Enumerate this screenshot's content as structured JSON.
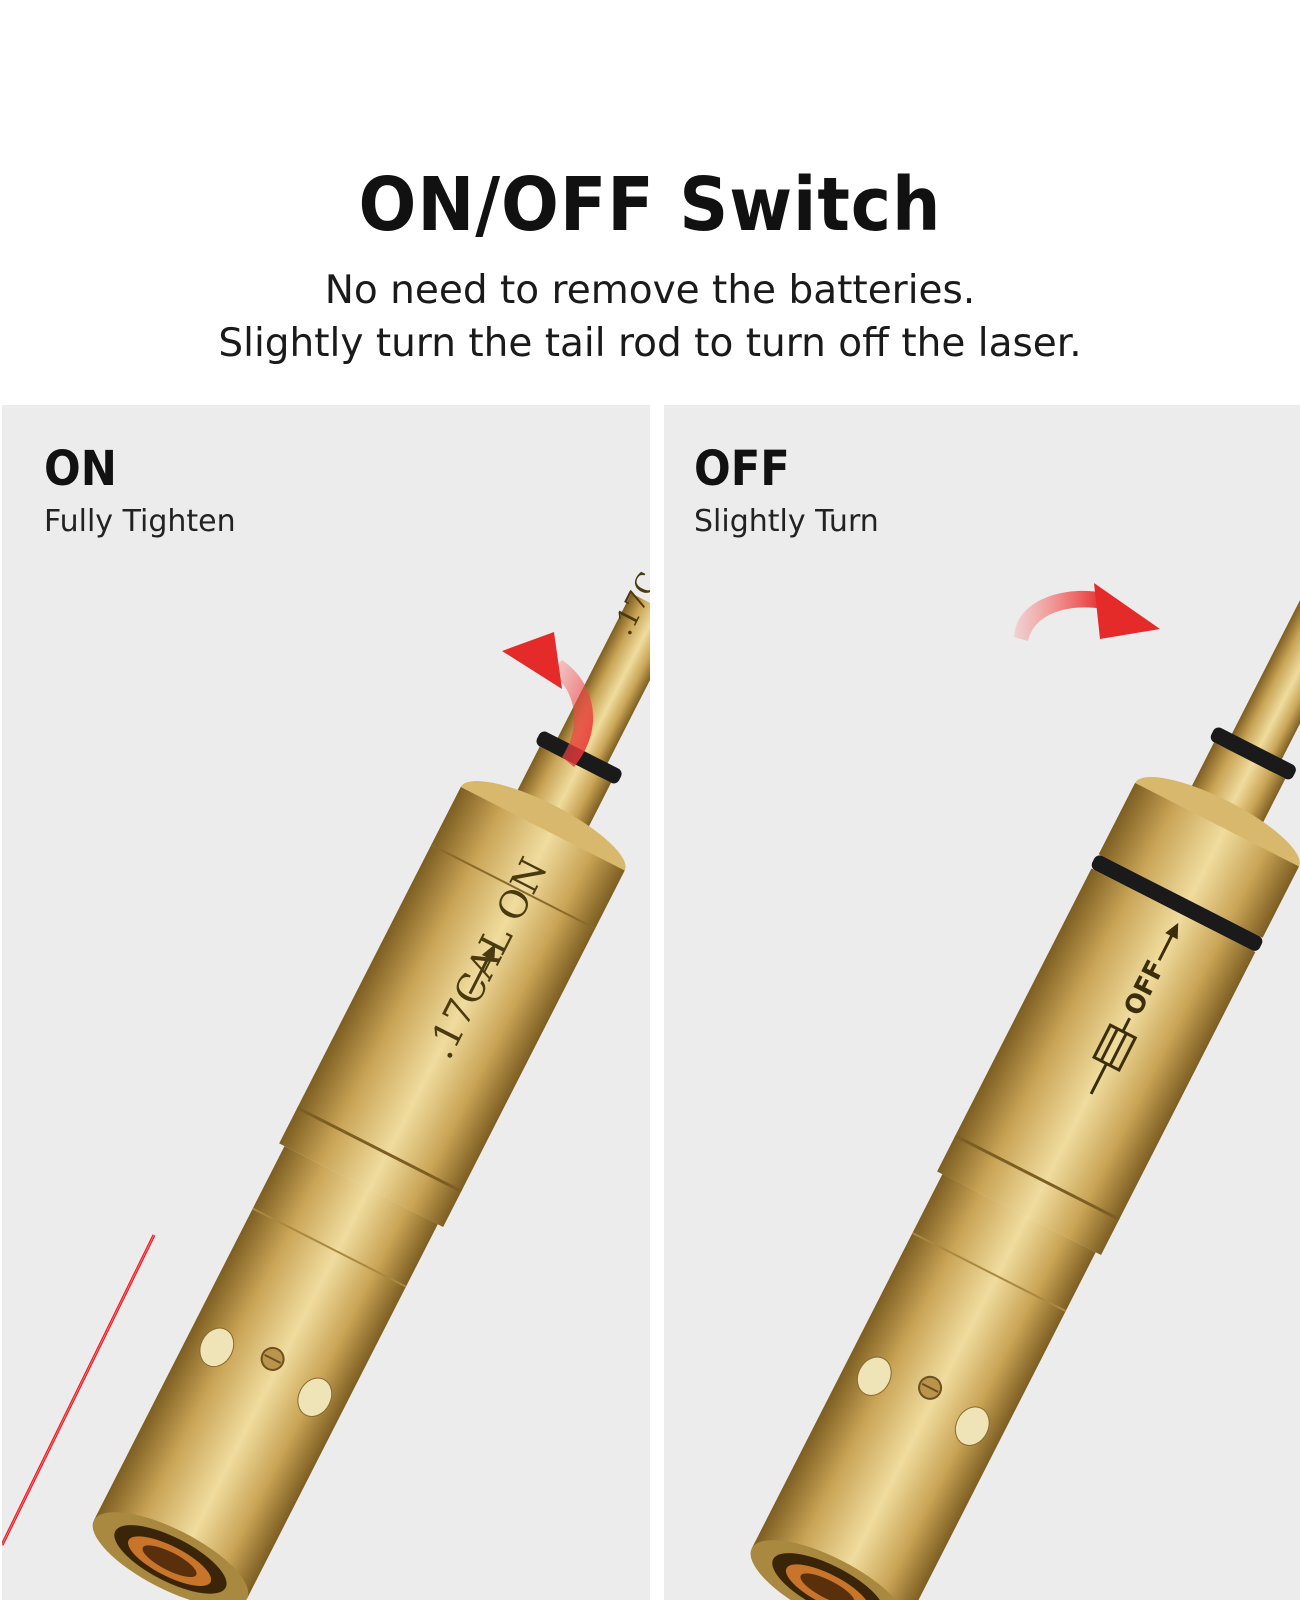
{
  "header": {
    "title": "ON/OFF Switch",
    "subtitle_line1": "No need to remove the batteries.",
    "subtitle_line2": "Slightly turn the tail rod to turn off the laser."
  },
  "panels": [
    {
      "state": "ON",
      "caption": "Fully Tighten",
      "engraving": ".17CAL ON",
      "tip_engraving": ".17C",
      "laser": "on"
    },
    {
      "state": "OFF",
      "caption": "Slightly Turn",
      "engraving": "OFF",
      "laser": "off"
    }
  ],
  "colors": {
    "brass_light": "#e8cf8e",
    "brass_mid": "#c9a456",
    "brass_dark": "#8a6a2a",
    "laser": "#e8141c",
    "arrow": "#e52a2a",
    "oring": "#1a1a1a",
    "panel_bg": "#ececec"
  },
  "icons": [
    "rotate-arrow-icon",
    "battery-symbol-icon"
  ]
}
